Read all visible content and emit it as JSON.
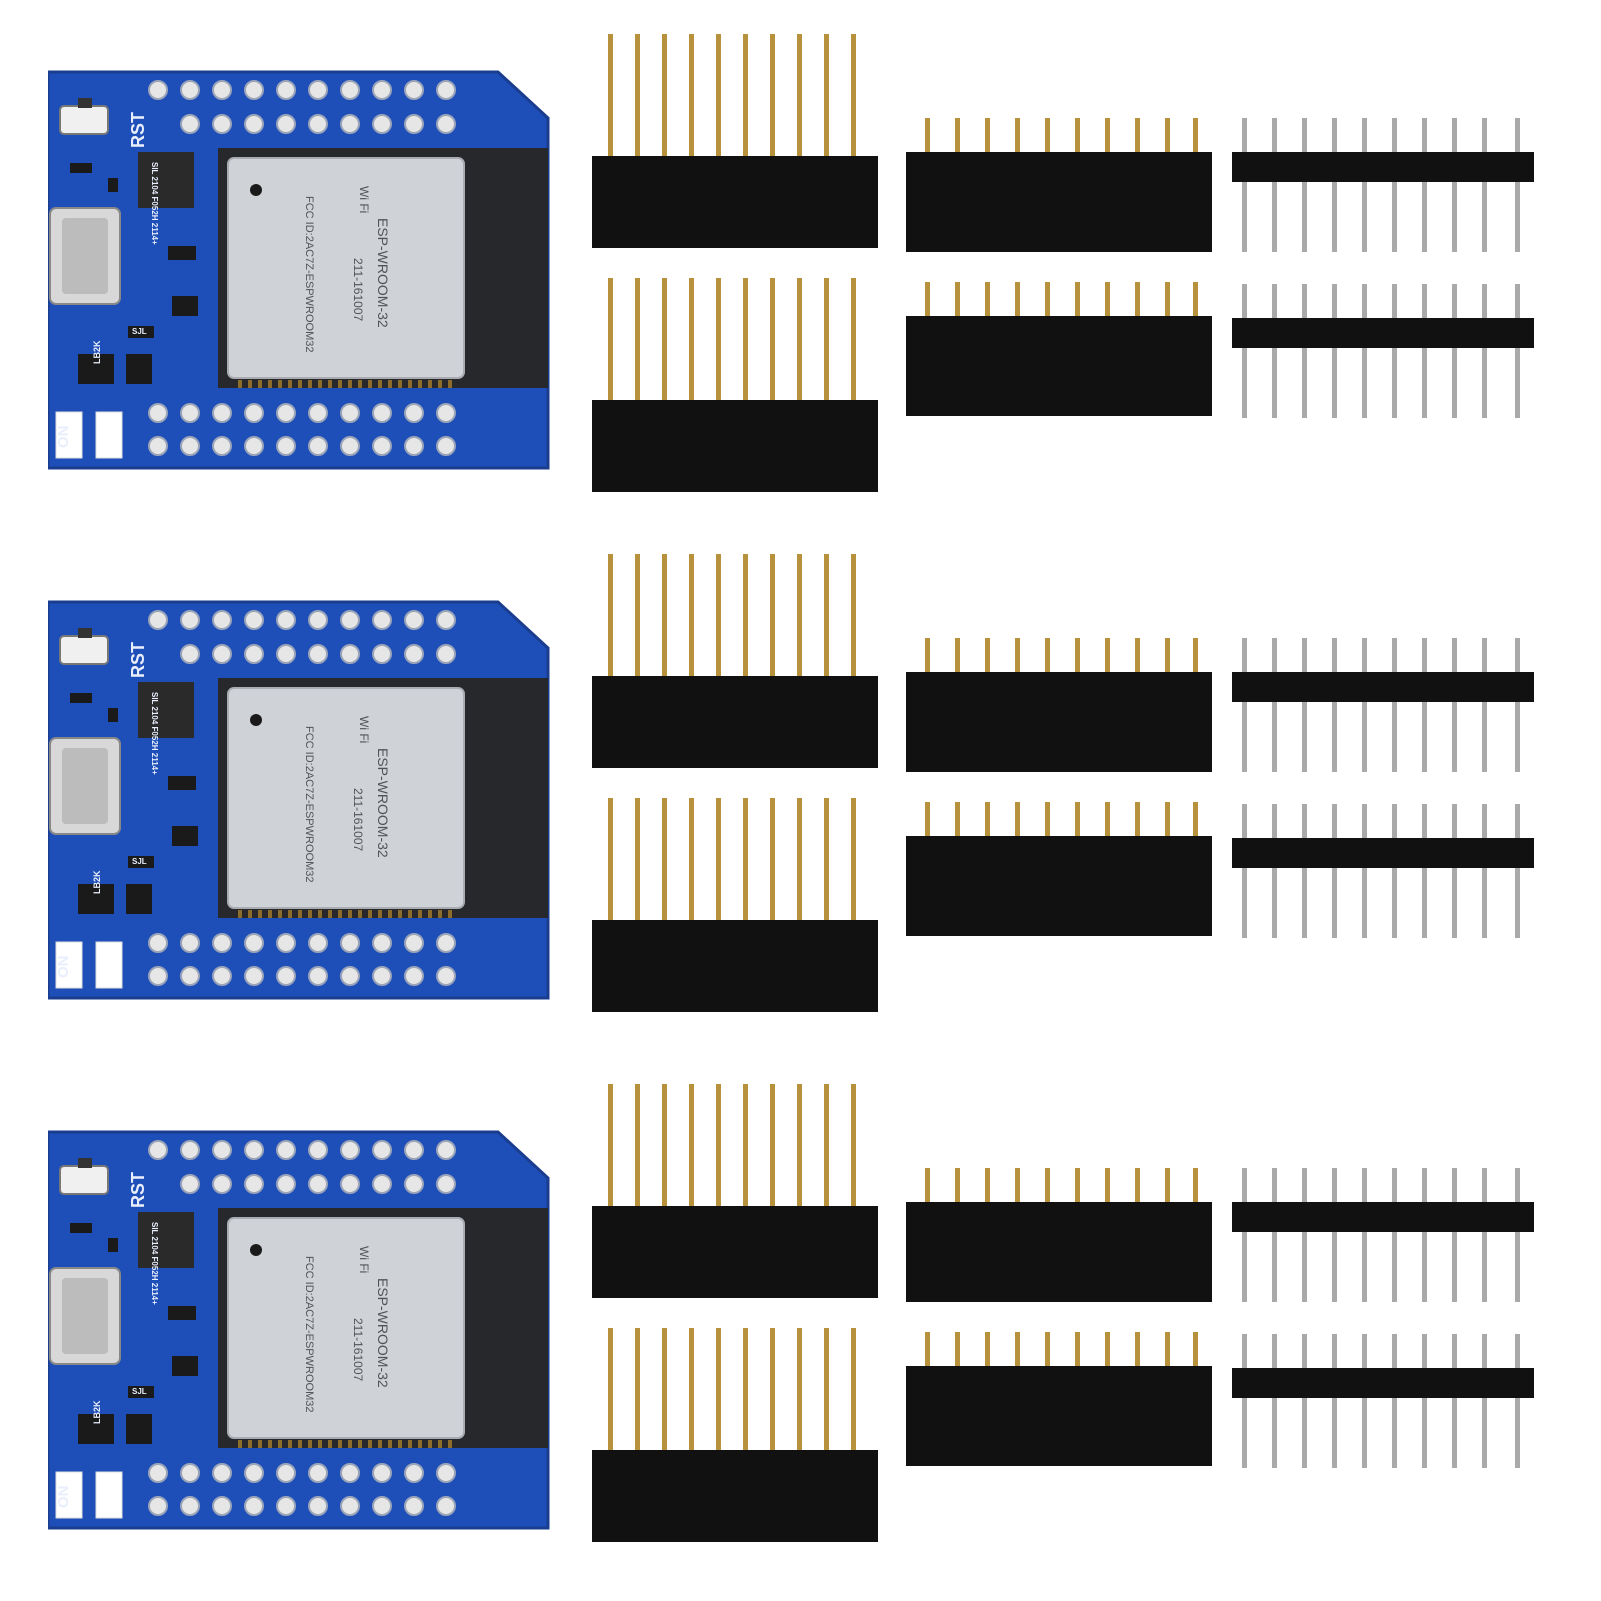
{
  "image": {
    "background": "#ffffff",
    "board_color": "#1e4fb8",
    "board_edge_color": "#1a3d8f",
    "module_shield_color": "#cfd2d6",
    "header_body_color": "#111111",
    "gold_pin_color": "#b8913c",
    "silver_pin_color": "#a9a9a9"
  },
  "sets": [
    {
      "board": {
        "rst_label": "RST",
        "on_label": "ON",
        "module_name": "ESP-WROOM-32",
        "fcc_id": "FCC ID:2AC7Z-ESPWROOM32",
        "cert_no": "211-161007",
        "wifi_logo": "Wi Fi",
        "chip_marking": "SIL 2104 F052H 2114+",
        "regulator_marking": "LB2K",
        "small_marking": "SJL"
      },
      "headers": [
        "long-female-header",
        "long-female-header",
        "short-female-header",
        "short-female-header",
        "male-pin-header",
        "male-pin-header"
      ]
    },
    {
      "board": {
        "rst_label": "RST",
        "on_label": "ON",
        "module_name": "ESP-WROOM-32",
        "fcc_id": "FCC ID:2AC7Z-ESPWROOM32",
        "cert_no": "211-161007",
        "wifi_logo": "Wi Fi",
        "chip_marking": "SIL 2104 F052H 2114+",
        "regulator_marking": "LB2K",
        "small_marking": "SJL"
      },
      "headers": [
        "long-female-header",
        "long-female-header",
        "short-female-header",
        "short-female-header",
        "male-pin-header",
        "male-pin-header"
      ]
    },
    {
      "board": {
        "rst_label": "RST",
        "on_label": "ON",
        "module_name": "ESP-WROOM-32",
        "fcc_id": "FCC ID:2AC7Z-ESPWROOM32",
        "cert_no": "211-161007",
        "wifi_logo": "Wi Fi",
        "chip_marking": "SIL 2104 F052H 2114+",
        "regulator_marking": "LB2K",
        "small_marking": "SJL"
      },
      "headers": [
        "long-female-header",
        "long-female-header",
        "short-female-header",
        "short-female-header",
        "male-pin-header",
        "male-pin-header"
      ]
    }
  ]
}
